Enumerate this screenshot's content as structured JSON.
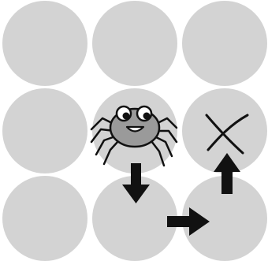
{
  "puzzle": {
    "rows": 3,
    "cols": 3,
    "cell_color": "#d3d3d3",
    "ink_color": "#111111",
    "spider": {
      "row": 1,
      "col": 1,
      "icon": "spider-icon",
      "body_color": "#9a9a9a"
    },
    "goal": {
      "row": 1,
      "col": 2,
      "icon": "x-mark-icon"
    },
    "path_moves": [
      "down",
      "right",
      "up"
    ]
  }
}
